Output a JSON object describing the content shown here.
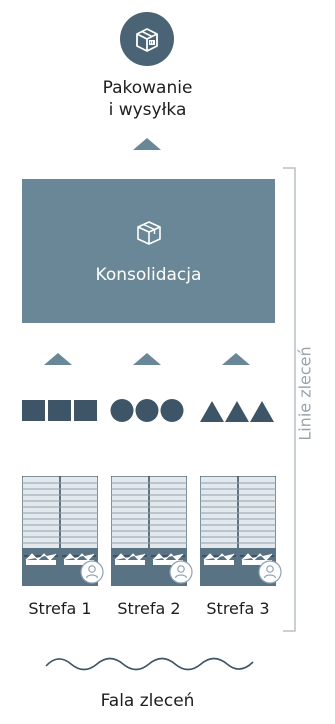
{
  "top": {
    "line1": "Pakowanie",
    "line2": "i wysyłka",
    "icon": "package-icon"
  },
  "box": {
    "label": "Konsolidacja",
    "icon": "package-outline-icon",
    "color": "#6a8797"
  },
  "side_label": "Linie zleceń",
  "zones": [
    {
      "label": "Strefa 1",
      "shape": "squares"
    },
    {
      "label": "Strefa 2",
      "shape": "circles"
    },
    {
      "label": "Strefa 3",
      "shape": "triangles"
    }
  ],
  "bottom": {
    "label": "Fala zleceń",
    "icon": "wave-icon"
  },
  "colors": {
    "dark": "#3d5566",
    "accent": "#6a8797",
    "rack": "#dde3e8",
    "line": "#9aa3ab"
  }
}
